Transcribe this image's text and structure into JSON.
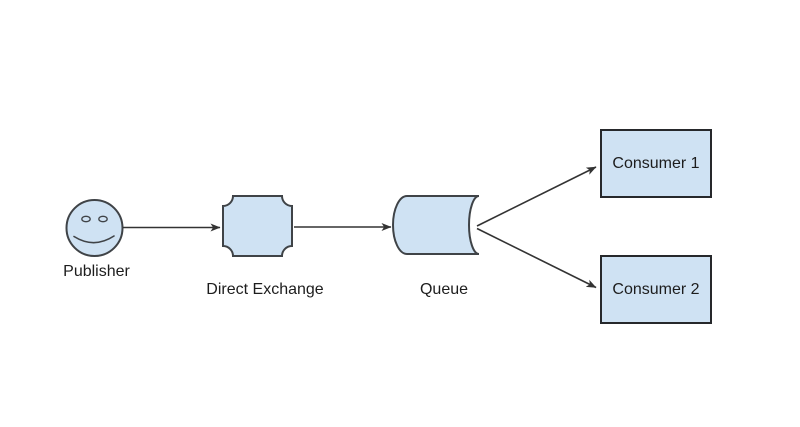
{
  "diagram": {
    "nodes": {
      "publisher": {
        "label": "Publisher",
        "shape": "smiley-face"
      },
      "exchange": {
        "label": "Direct Exchange",
        "shape": "plaque"
      },
      "queue": {
        "label": "Queue",
        "shape": "stored-data-cylinder"
      },
      "consumer1": {
        "label": "Consumer 1",
        "shape": "rectangle"
      },
      "consumer2": {
        "label": "Consumer 2",
        "shape": "rectangle"
      }
    },
    "edges": [
      {
        "from": "publisher",
        "to": "exchange"
      },
      {
        "from": "exchange",
        "to": "queue"
      },
      {
        "from": "queue",
        "to": "consumer1"
      },
      {
        "from": "queue",
        "to": "consumer2"
      }
    ],
    "colors": {
      "node_fill": "#cfe2f3",
      "node_stroke": "#3f4347",
      "box_border": "#26282b",
      "arrow": "#333333",
      "text": "#1d1d1d",
      "background": "#ffffff"
    }
  }
}
